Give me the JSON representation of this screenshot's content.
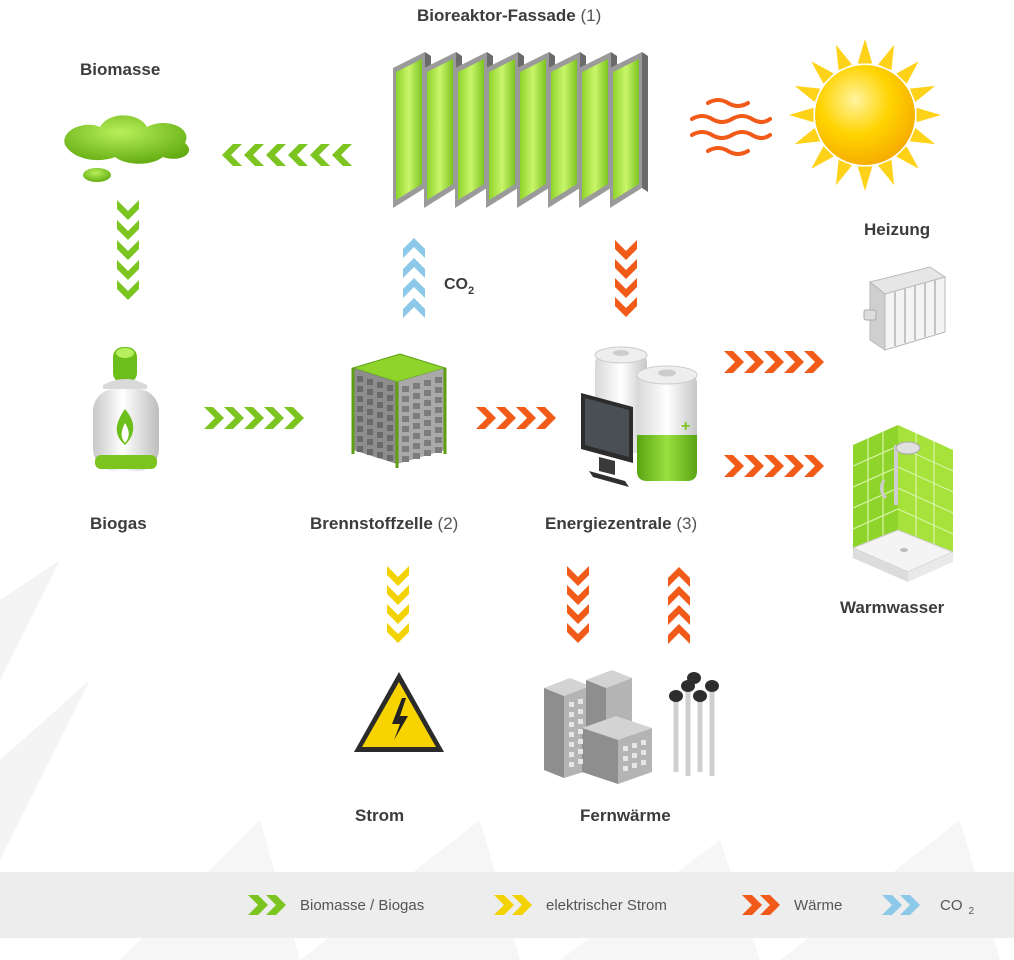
{
  "labels": {
    "bioreactor": "Bioreaktor-Fassade",
    "bioreactor_num": "(1)",
    "biomasse": "Biomasse",
    "heizung": "Heizung",
    "co2_prefix": "CO",
    "co2_sub": "2",
    "biogas": "Biogas",
    "fuelcell": "Brennstoffzelle",
    "fuelcell_num": "(2)",
    "energy": "Energiezentrale",
    "energy_num": "(3)",
    "warmwasser": "Warmwasser",
    "strom": "Strom",
    "fernwaerme": "Fernwärme"
  },
  "legend": {
    "items": [
      {
        "label": "Biomasse / Biogas",
        "color": "#7cc520"
      },
      {
        "label": "elektrischer Strom",
        "color": "#f2d200"
      },
      {
        "label": "Wärme",
        "color": "#f25a1a"
      },
      {
        "label": "CO",
        "sub": "2",
        "color": "#8cc9e8"
      }
    ]
  },
  "colors": {
    "green": "#7cc520",
    "yellow": "#f2d200",
    "orange": "#f25a1a",
    "blue": "#8cc9e8"
  }
}
